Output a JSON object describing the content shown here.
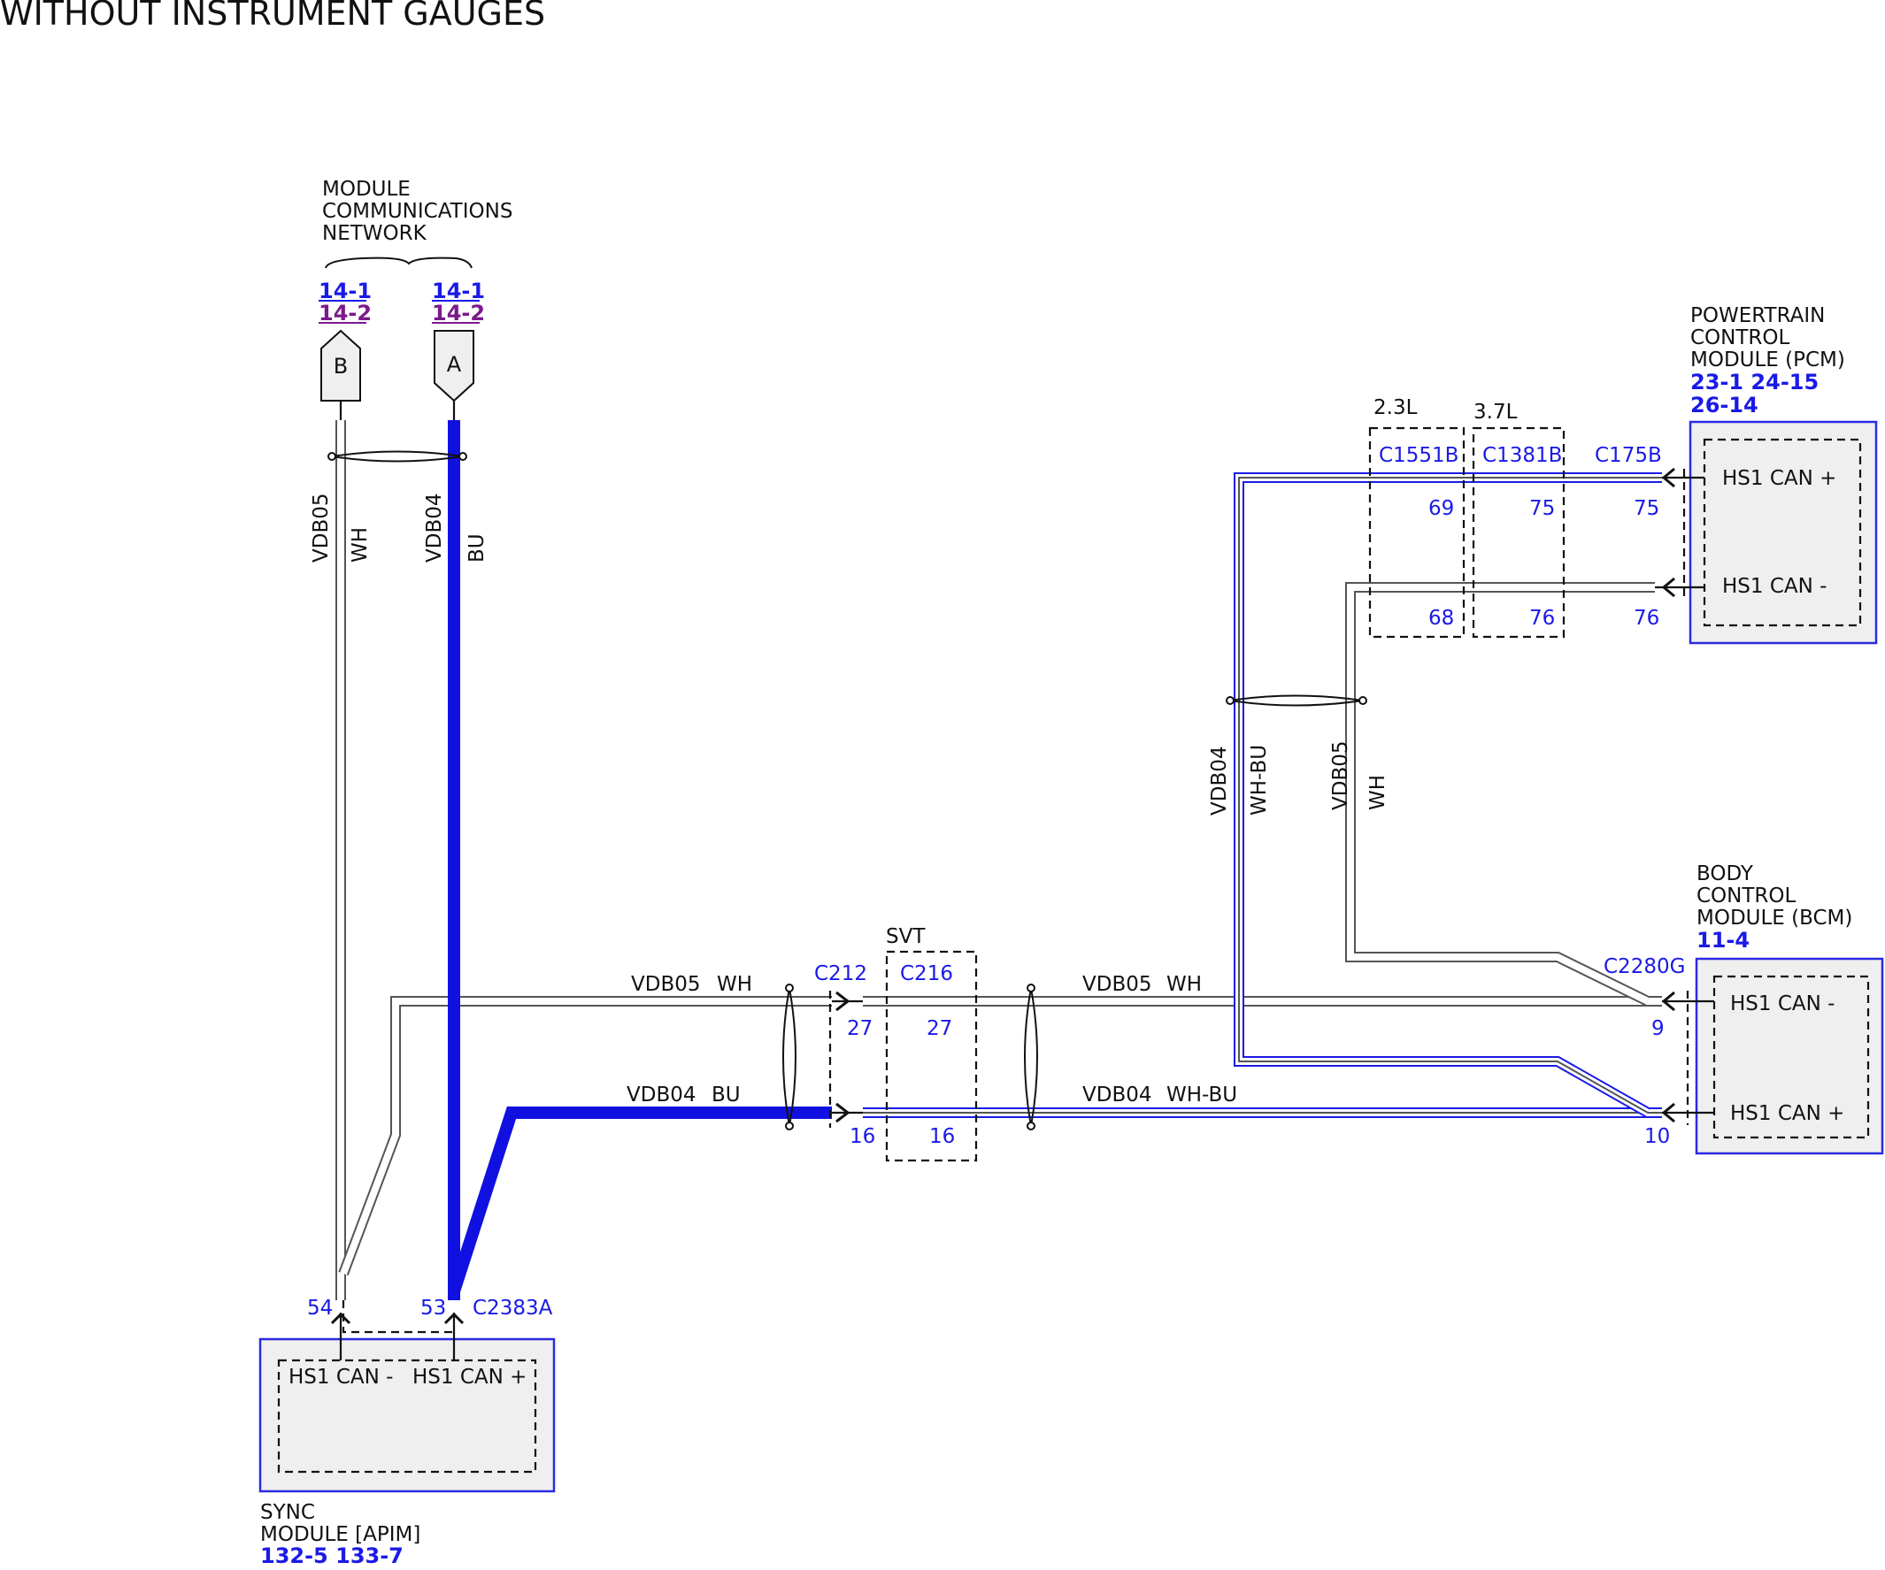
{
  "title": "WITHOUT INSTRUMENT GAUGES",
  "network": {
    "label_lines": [
      "MODULE",
      "COMMUNICATIONS",
      "NETWORK"
    ],
    "flag_b": {
      "letter": "B",
      "ref1": "14-1",
      "ref2": "14-2"
    },
    "flag_a": {
      "letter": "A",
      "ref1": "14-1",
      "ref2": "14-2"
    }
  },
  "sync_module": {
    "name_lines": [
      "SYNC",
      "MODULE [APIM]"
    ],
    "refs": "132-5 133-7",
    "pin_minus": "HS1 CAN -",
    "pin_plus": "HS1 CAN +",
    "connector": "C2383A",
    "pin_num_minus": "54",
    "pin_num_plus": "53"
  },
  "pcm": {
    "name_lines": [
      "POWERTRAIN",
      "CONTROL",
      "MODULE (PCM)"
    ],
    "refs_line1": "23-1  24-15",
    "refs_line2": "26-14",
    "pin_plus": "HS1 CAN +",
    "pin_minus": "HS1 CAN -",
    "connector": "C175B",
    "pin_num_plus": "75",
    "pin_num_minus": "76"
  },
  "bcm": {
    "name_lines": [
      "BODY",
      "CONTROL",
      "MODULE (BCM)"
    ],
    "refs": "11-4",
    "pin_minus": "HS1 CAN -",
    "pin_plus": "HS1 CAN +",
    "connector": "C2280G",
    "pin_num_minus": "9",
    "pin_num_plus": "10"
  },
  "inline_connectors": {
    "c212": {
      "name": "C212",
      "pin_top": "27",
      "pin_bottom": "16"
    },
    "c216": {
      "name": "C216",
      "group": "SVT",
      "pin_top": "27",
      "pin_bottom": "16"
    },
    "c1551b": {
      "name": "C1551B",
      "group": "2.3L",
      "pin_top": "69",
      "pin_bottom": "68"
    },
    "c1381b": {
      "name": "C1381B",
      "group": "3.7L",
      "pin_top": "75",
      "pin_bottom": "76"
    }
  },
  "wires": {
    "left_vdb05": {
      "circuit": "VDB05",
      "color": "WH"
    },
    "left_vdb04": {
      "circuit": "VDB04",
      "color": "BU"
    },
    "mid_upper": {
      "circuit": "VDB05",
      "color": "WH"
    },
    "mid_lower": {
      "circuit": "VDB04",
      "color": "BU"
    },
    "right_upper": {
      "circuit": "VDB05",
      "color": "WH"
    },
    "right_lower": {
      "circuit": "VDB04",
      "color": "WH-BU"
    },
    "vert_vdb04": {
      "circuit": "VDB04",
      "color": "WH-BU"
    },
    "vert_vdb05": {
      "circuit": "VDB05",
      "color": "WH"
    }
  },
  "colors": {
    "blue_ref": "#1a1ae6",
    "purple_ref": "#7a1a8c",
    "wire_blue": "#1010e0",
    "module_border": "#2a2ae0"
  }
}
